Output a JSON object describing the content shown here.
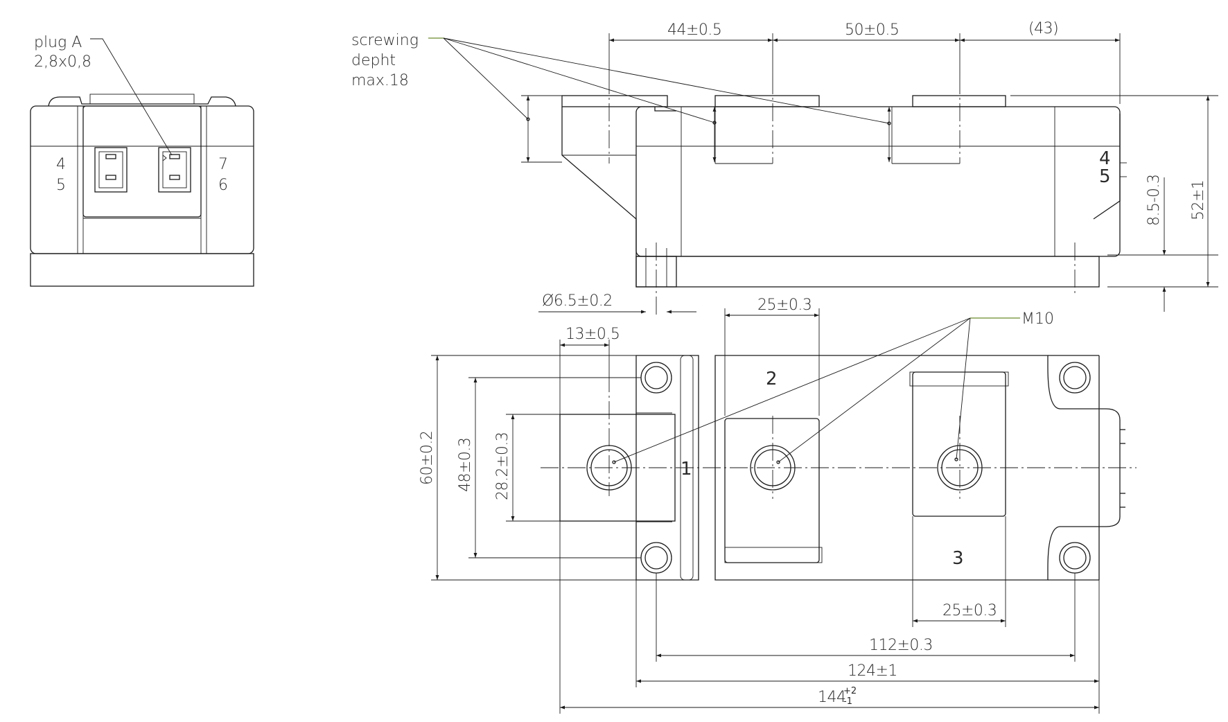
{
  "drawing": {
    "plug_label": "plug  A",
    "plug_size": "2,8x0,8",
    "pin_4": "4",
    "pin_5": "5",
    "pin_7": "7",
    "pin_6": "6",
    "screwing_line1": "screwing",
    "screwing_line2": "depht",
    "screwing_line3": "max.18",
    "side_pin_4": "4",
    "side_pin_5": "5",
    "thread_label": "M10",
    "terminal_1": "1",
    "terminal_2": "2",
    "terminal_3": "3"
  },
  "dimensions": {
    "d44": "44±0.5",
    "d50": "50±0.5",
    "d43": "(43)",
    "d85": "8.5-0.3",
    "d52": "52±1",
    "d65": "Ø6.5±0.2",
    "d25top": "25±0.3",
    "d13": "13±0.5",
    "d60": "60±0.2",
    "d48": "48±0.3",
    "d282": "28.2±0.3",
    "d25bot": "25±0.3",
    "d112": "112±0.3",
    "d124": "124±1",
    "d144": "144",
    "d144_tol_upper": "+2",
    "d144_tol_lower": "-1"
  }
}
